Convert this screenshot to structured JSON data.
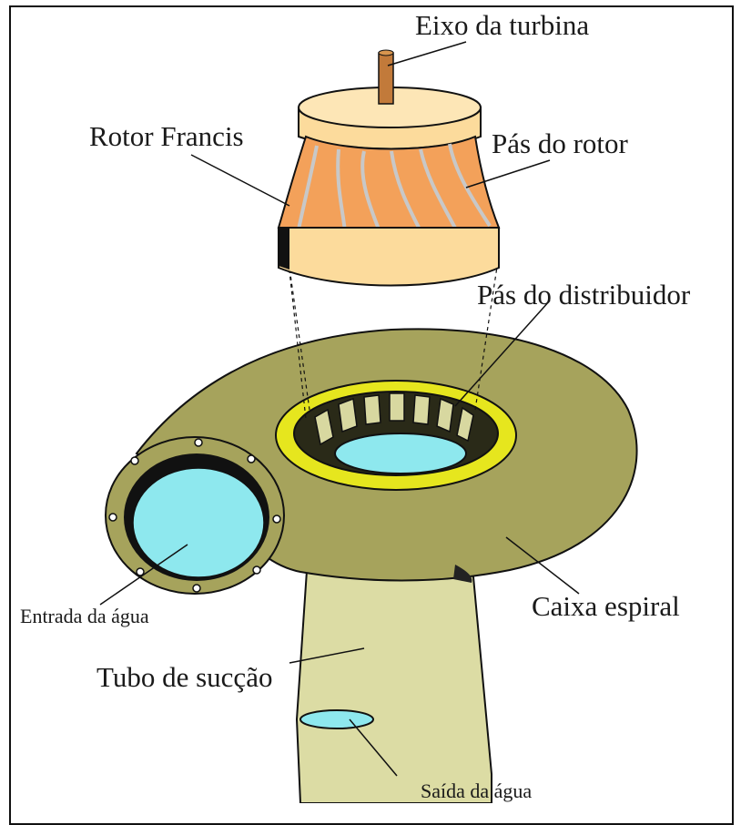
{
  "labels": {
    "shaft": "Eixo da turbina",
    "runner": "Rotor Francis",
    "runner_blades": "Pás do rotor",
    "guide_vanes": "Pás do distribuidor",
    "spiral_case": "Caixa espiral",
    "inlet": "Entrada da água",
    "draft_tube": "Tubo de sucção",
    "outlet": "Saída da água"
  },
  "colors": {
    "casing": "#a6a35c",
    "draft_tube": "#dcdca4",
    "water": "#8ee8ee",
    "runner_band": "#fcdb9c",
    "runner_blades": "#f3a15a",
    "guide_ring": "#e6e61e",
    "outline": "#111111"
  }
}
